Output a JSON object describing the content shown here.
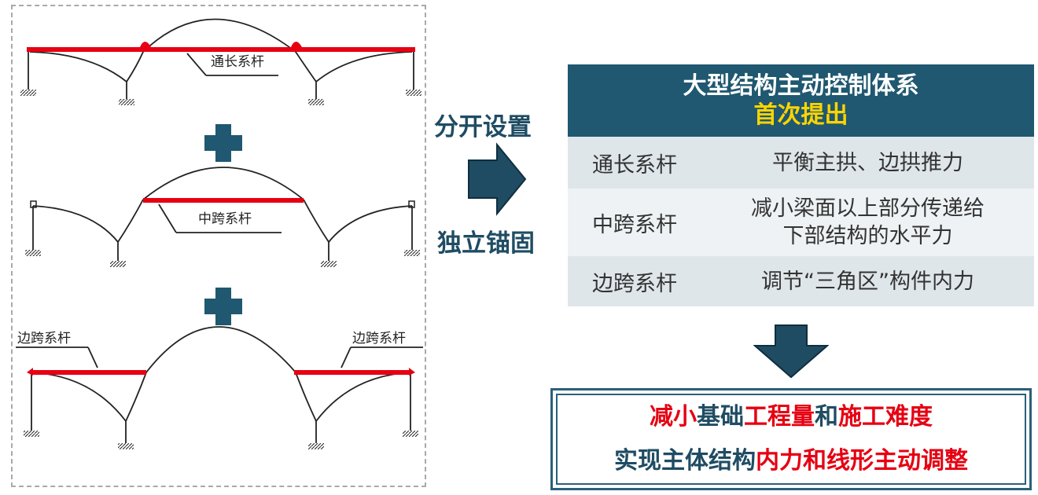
{
  "diagram": {
    "label_full_tie": "通长系杆",
    "label_mid_tie": "中跨系杆",
    "label_side_tie_left": "边跨系杆",
    "label_side_tie_right": "边跨系杆"
  },
  "flow": {
    "top_label": "分开设置",
    "bottom_label": "独立锚固"
  },
  "table": {
    "title": "大型结构主动控制体系",
    "subtitle": "首次提出",
    "rows": [
      {
        "name": "通长系杆",
        "desc_line1": "平衡主拱、边拱推力",
        "desc_line2": ""
      },
      {
        "name": "中跨系杆",
        "desc_line1": "减小梁面以上部分传递给",
        "desc_line2": "下部结构的水平力"
      },
      {
        "name": "边跨系杆",
        "desc_line1": "调节“三角区”构件内力",
        "desc_line2": ""
      }
    ]
  },
  "result": {
    "line1": {
      "p1": "减小",
      "p2": "基础",
      "p3": "工程量",
      "p4": "和",
      "p5": "施工难度"
    },
    "line2": {
      "p1": "实现主体结构",
      "p2": "内力和线形主动调整"
    }
  },
  "colors": {
    "tie_red": "#e60012",
    "header_teal": "#1f5870",
    "highlight_yellow": "#ffd400",
    "arrow_teal": "#1f4c63"
  }
}
